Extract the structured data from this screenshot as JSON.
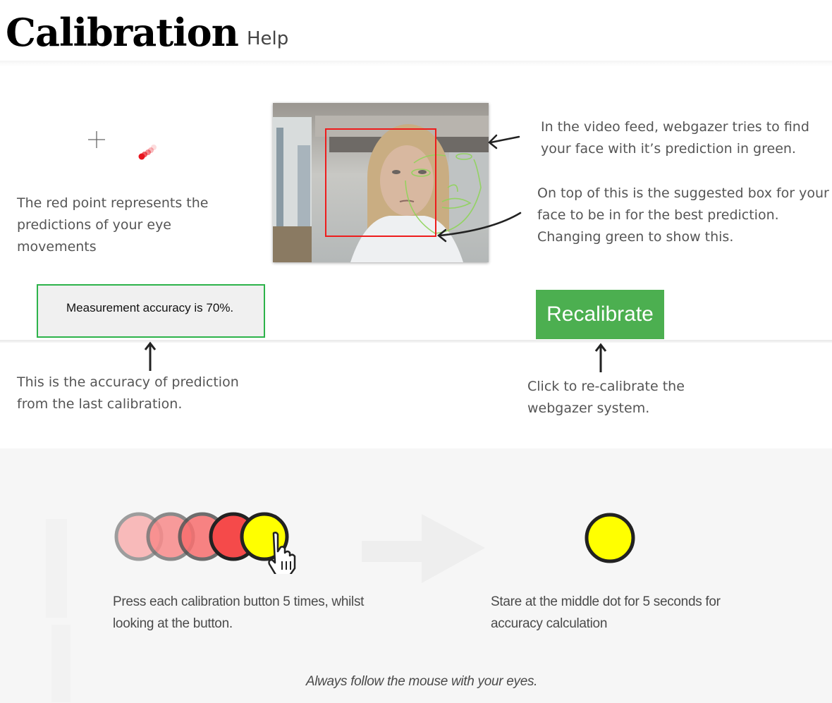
{
  "header": {
    "title": "Calibration",
    "help_link": "Help"
  },
  "gaze_demo": {
    "crosshair_icon": "crosshair-icon",
    "dot_color": "#e8141e",
    "description": "The red point represents the predictions of your eye movements"
  },
  "video_feed": {
    "face_box_color": "#ee1c1c",
    "face_mesh_color": "#8fd45a",
    "description_feed": "In the video feed, webgazer tries to find your face with it’s prediction in green.",
    "description_box": "On top of this is the suggested box for your face to be in for the best prediction. Changing green to show this."
  },
  "accuracy": {
    "text": "Measurement accuracy is 70%.",
    "value_percent": 70,
    "border_color": "#2db34a",
    "description": "This is the accuracy of prediction from the last calibration."
  },
  "recalibrate": {
    "label": "Recalibrate",
    "color": "#4caf50",
    "description": "Click to re-calibrate the webgazer system."
  },
  "instructions": {
    "step1": {
      "text": "Press each calibration button 5 times, whilst looking at the button.",
      "click_count": 5,
      "dot_colors": [
        "#f9b7b7",
        "#f88a8a",
        "#f86e6e",
        "#f54a4a",
        "#ffff00"
      ],
      "cursor_icon": "hand-pointer-icon"
    },
    "step2": {
      "text": "Stare at the middle dot for 5 seconds for accuracy calculation",
      "seconds": 5,
      "dot_color": "#ffff00"
    },
    "note": "Always follow the mouse with your eyes."
  }
}
